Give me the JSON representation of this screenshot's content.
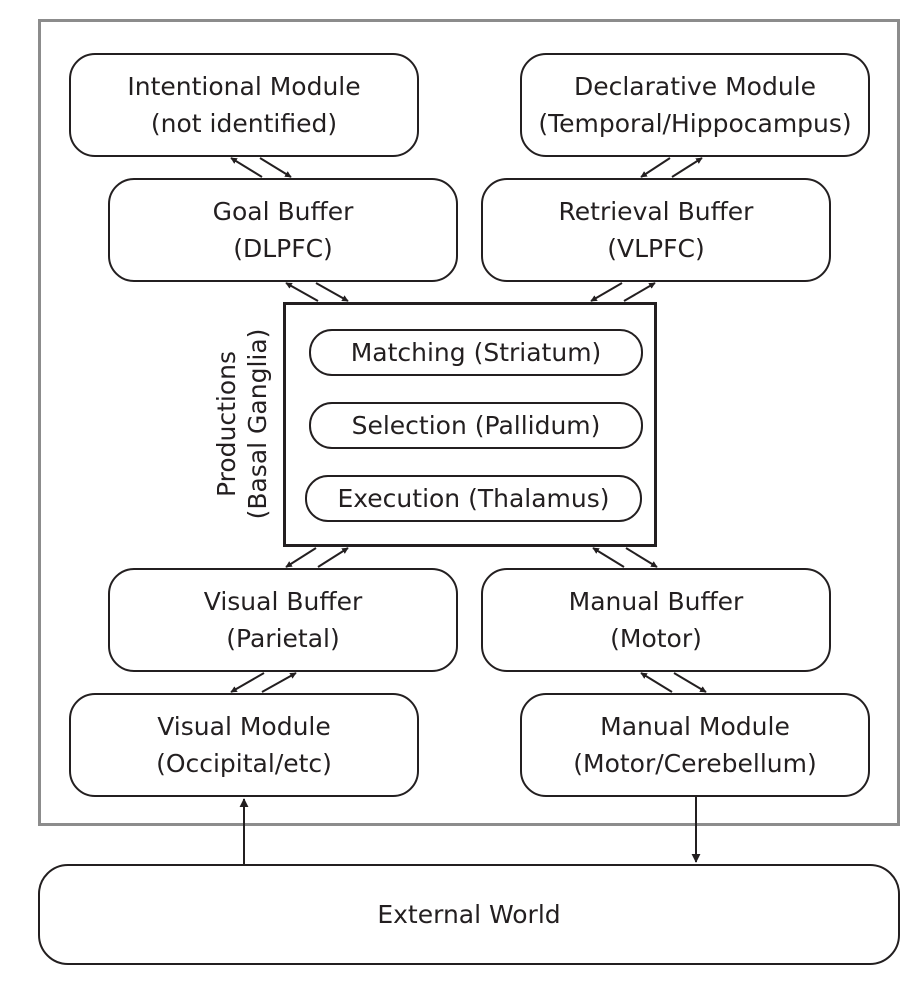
{
  "modules": {
    "intentional": {
      "name": "Intentional Module",
      "region": "(not identified)"
    },
    "declarative": {
      "name": "Declarative Module",
      "region": "(Temporal/Hippocampus)"
    },
    "visual": {
      "name": "Visual Module",
      "region": "(Occipital/etc)"
    },
    "manual": {
      "name": "Manual Module",
      "region": "(Motor/Cerebellum)"
    }
  },
  "buffers": {
    "goal": {
      "name": "Goal Buffer",
      "region": "(DLPFC)"
    },
    "retrieval": {
      "name": "Retrieval Buffer",
      "region": "(VLPFC)"
    },
    "visual": {
      "name": "Visual Buffer",
      "region": "(Parietal)"
    },
    "manual": {
      "name": "Manual Buffer",
      "region": "(Motor)"
    }
  },
  "productions": {
    "label_line1": "Productions",
    "label_line2": "(Basal Ganglia)",
    "stages": [
      "Matching (Striatum)",
      "Selection (Pallidum)",
      "Execution (Thalamus)"
    ]
  },
  "external_world": "External World",
  "colors": {
    "stroke": "#231f20",
    "frame": "#8c8c8c",
    "background": "#ffffff"
  }
}
